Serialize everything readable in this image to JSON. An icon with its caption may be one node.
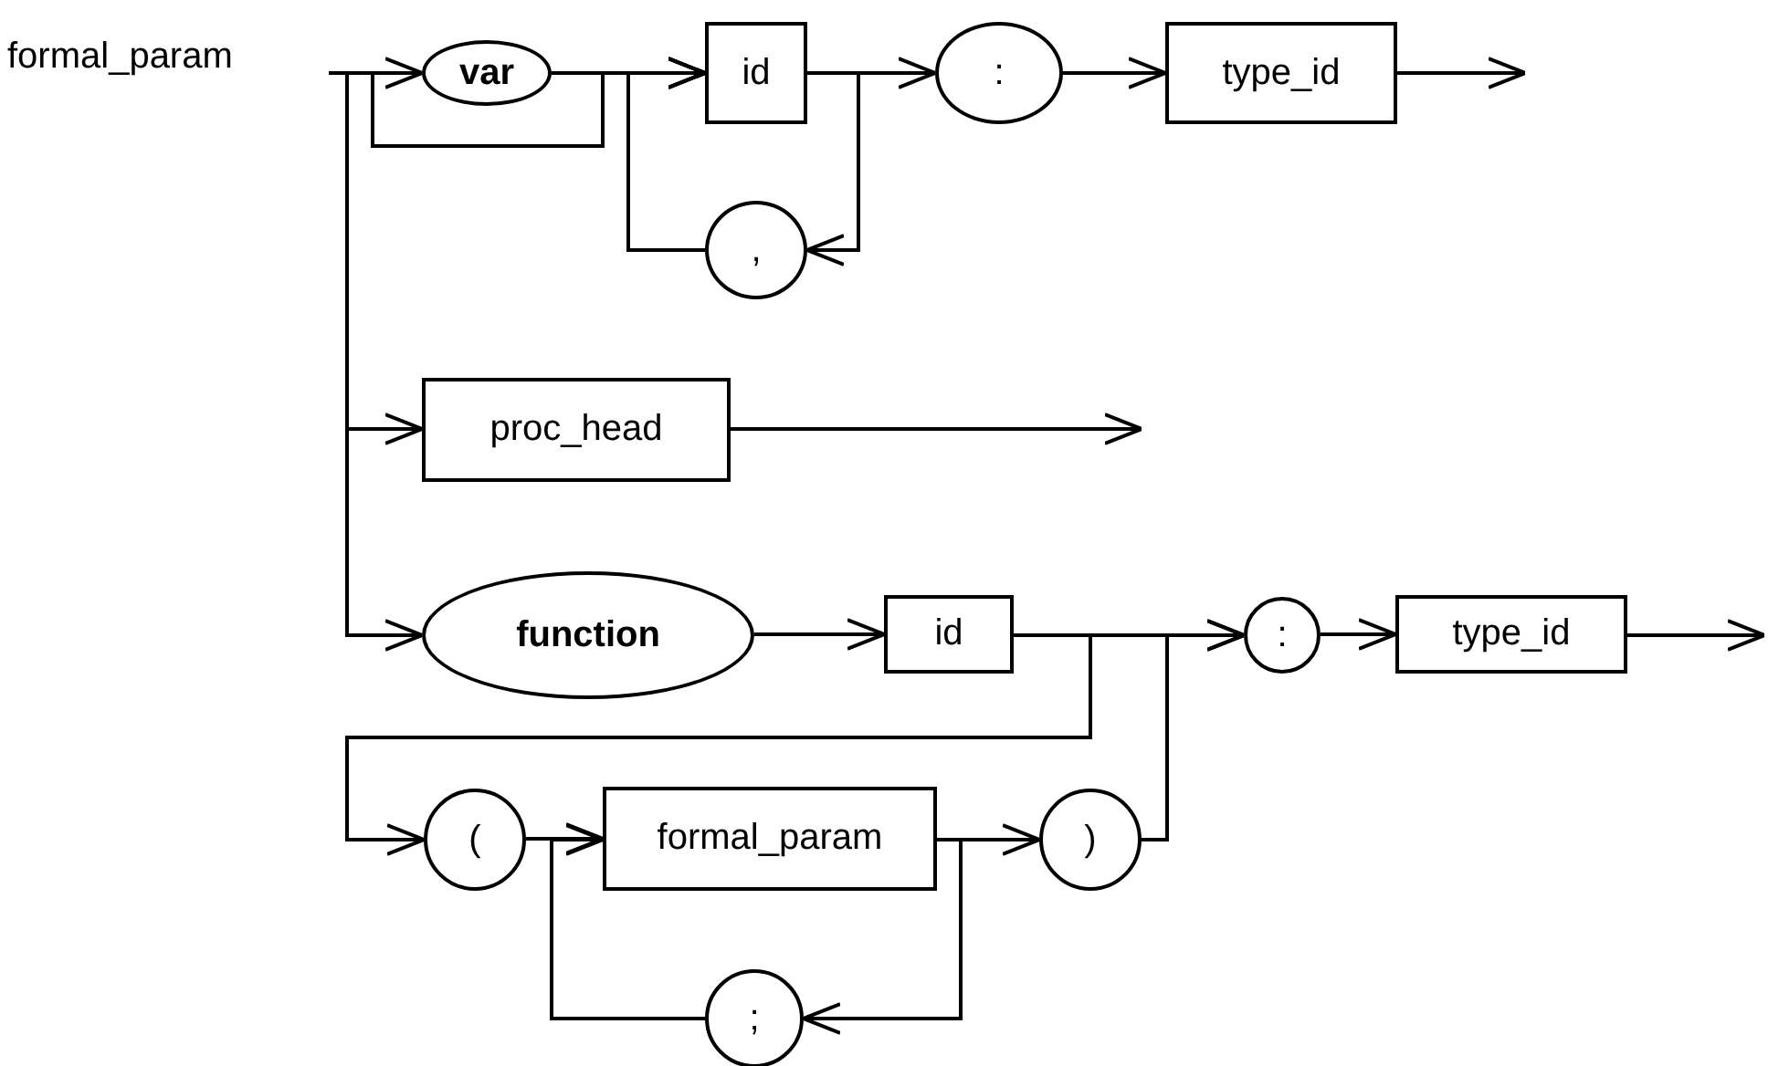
{
  "diagram": {
    "nodes": [
      {
        "text": [
          "formal_param"
        ]
      },
      {
        "text": [
          "var"
        ]
      },
      {
        "text": [
          "id"
        ]
      },
      {
        "text": [
          ","
        ]
      },
      {
        "text": [
          ":"
        ]
      },
      {
        "text": [
          "type_id"
        ]
      },
      {
        "text": [
          "proc_head"
        ]
      },
      {
        "text": [
          "function"
        ]
      },
      {
        "text": [
          "id"
        ]
      },
      {
        "text": [
          ":"
        ]
      },
      {
        "text": [
          "type_id"
        ]
      },
      {
        "text": [
          "("
        ]
      },
      {
        "text": [
          "formal_param"
        ]
      },
      {
        "text": [
          ")"
        ]
      },
      {
        "text": [
          ";"
        ]
      }
    ],
    "edges": [
      {
        "from": 0,
        "to": 1,
        "arrow": "to"
      },
      {
        "from": 0,
        "to": 2,
        "arrow": "to"
      },
      {
        "from": 1,
        "to": 2,
        "arrow": "to"
      },
      {
        "from": 2,
        "to": 4,
        "arrow": "to"
      },
      {
        "from": 2,
        "to": 3,
        "arrow": "to"
      },
      {
        "from": 3,
        "to": 2,
        "arrow": "to"
      },
      {
        "from": 4,
        "to": 5,
        "arrow": "to"
      },
      {
        "from": 5,
        "to": null,
        "arrow": "to"
      },
      {
        "from": 0,
        "to": 6,
        "arrow": "to"
      },
      {
        "from": 6,
        "to": null,
        "arrow": "to"
      },
      {
        "from": 0,
        "to": 7,
        "arrow": "to"
      },
      {
        "from": 7,
        "to": 8,
        "arrow": "to"
      },
      {
        "from": 8,
        "to": 9,
        "arrow": "to"
      },
      {
        "from": 8,
        "to": 11,
        "arrow": "to"
      },
      {
        "from": 11,
        "to": 12,
        "arrow": "to"
      },
      {
        "from": 12,
        "to": 13,
        "arrow": "to"
      },
      {
        "from": 12,
        "to": 14,
        "arrow": "to"
      },
      {
        "from": 14,
        "to": 12,
        "arrow": "to"
      },
      {
        "from": 13,
        "to": 9,
        "arrow": "to"
      },
      {
        "from": 9,
        "to": 10,
        "arrow": "to"
      },
      {
        "from": 10,
        "to": null,
        "arrow": "to"
      }
    ]
  }
}
